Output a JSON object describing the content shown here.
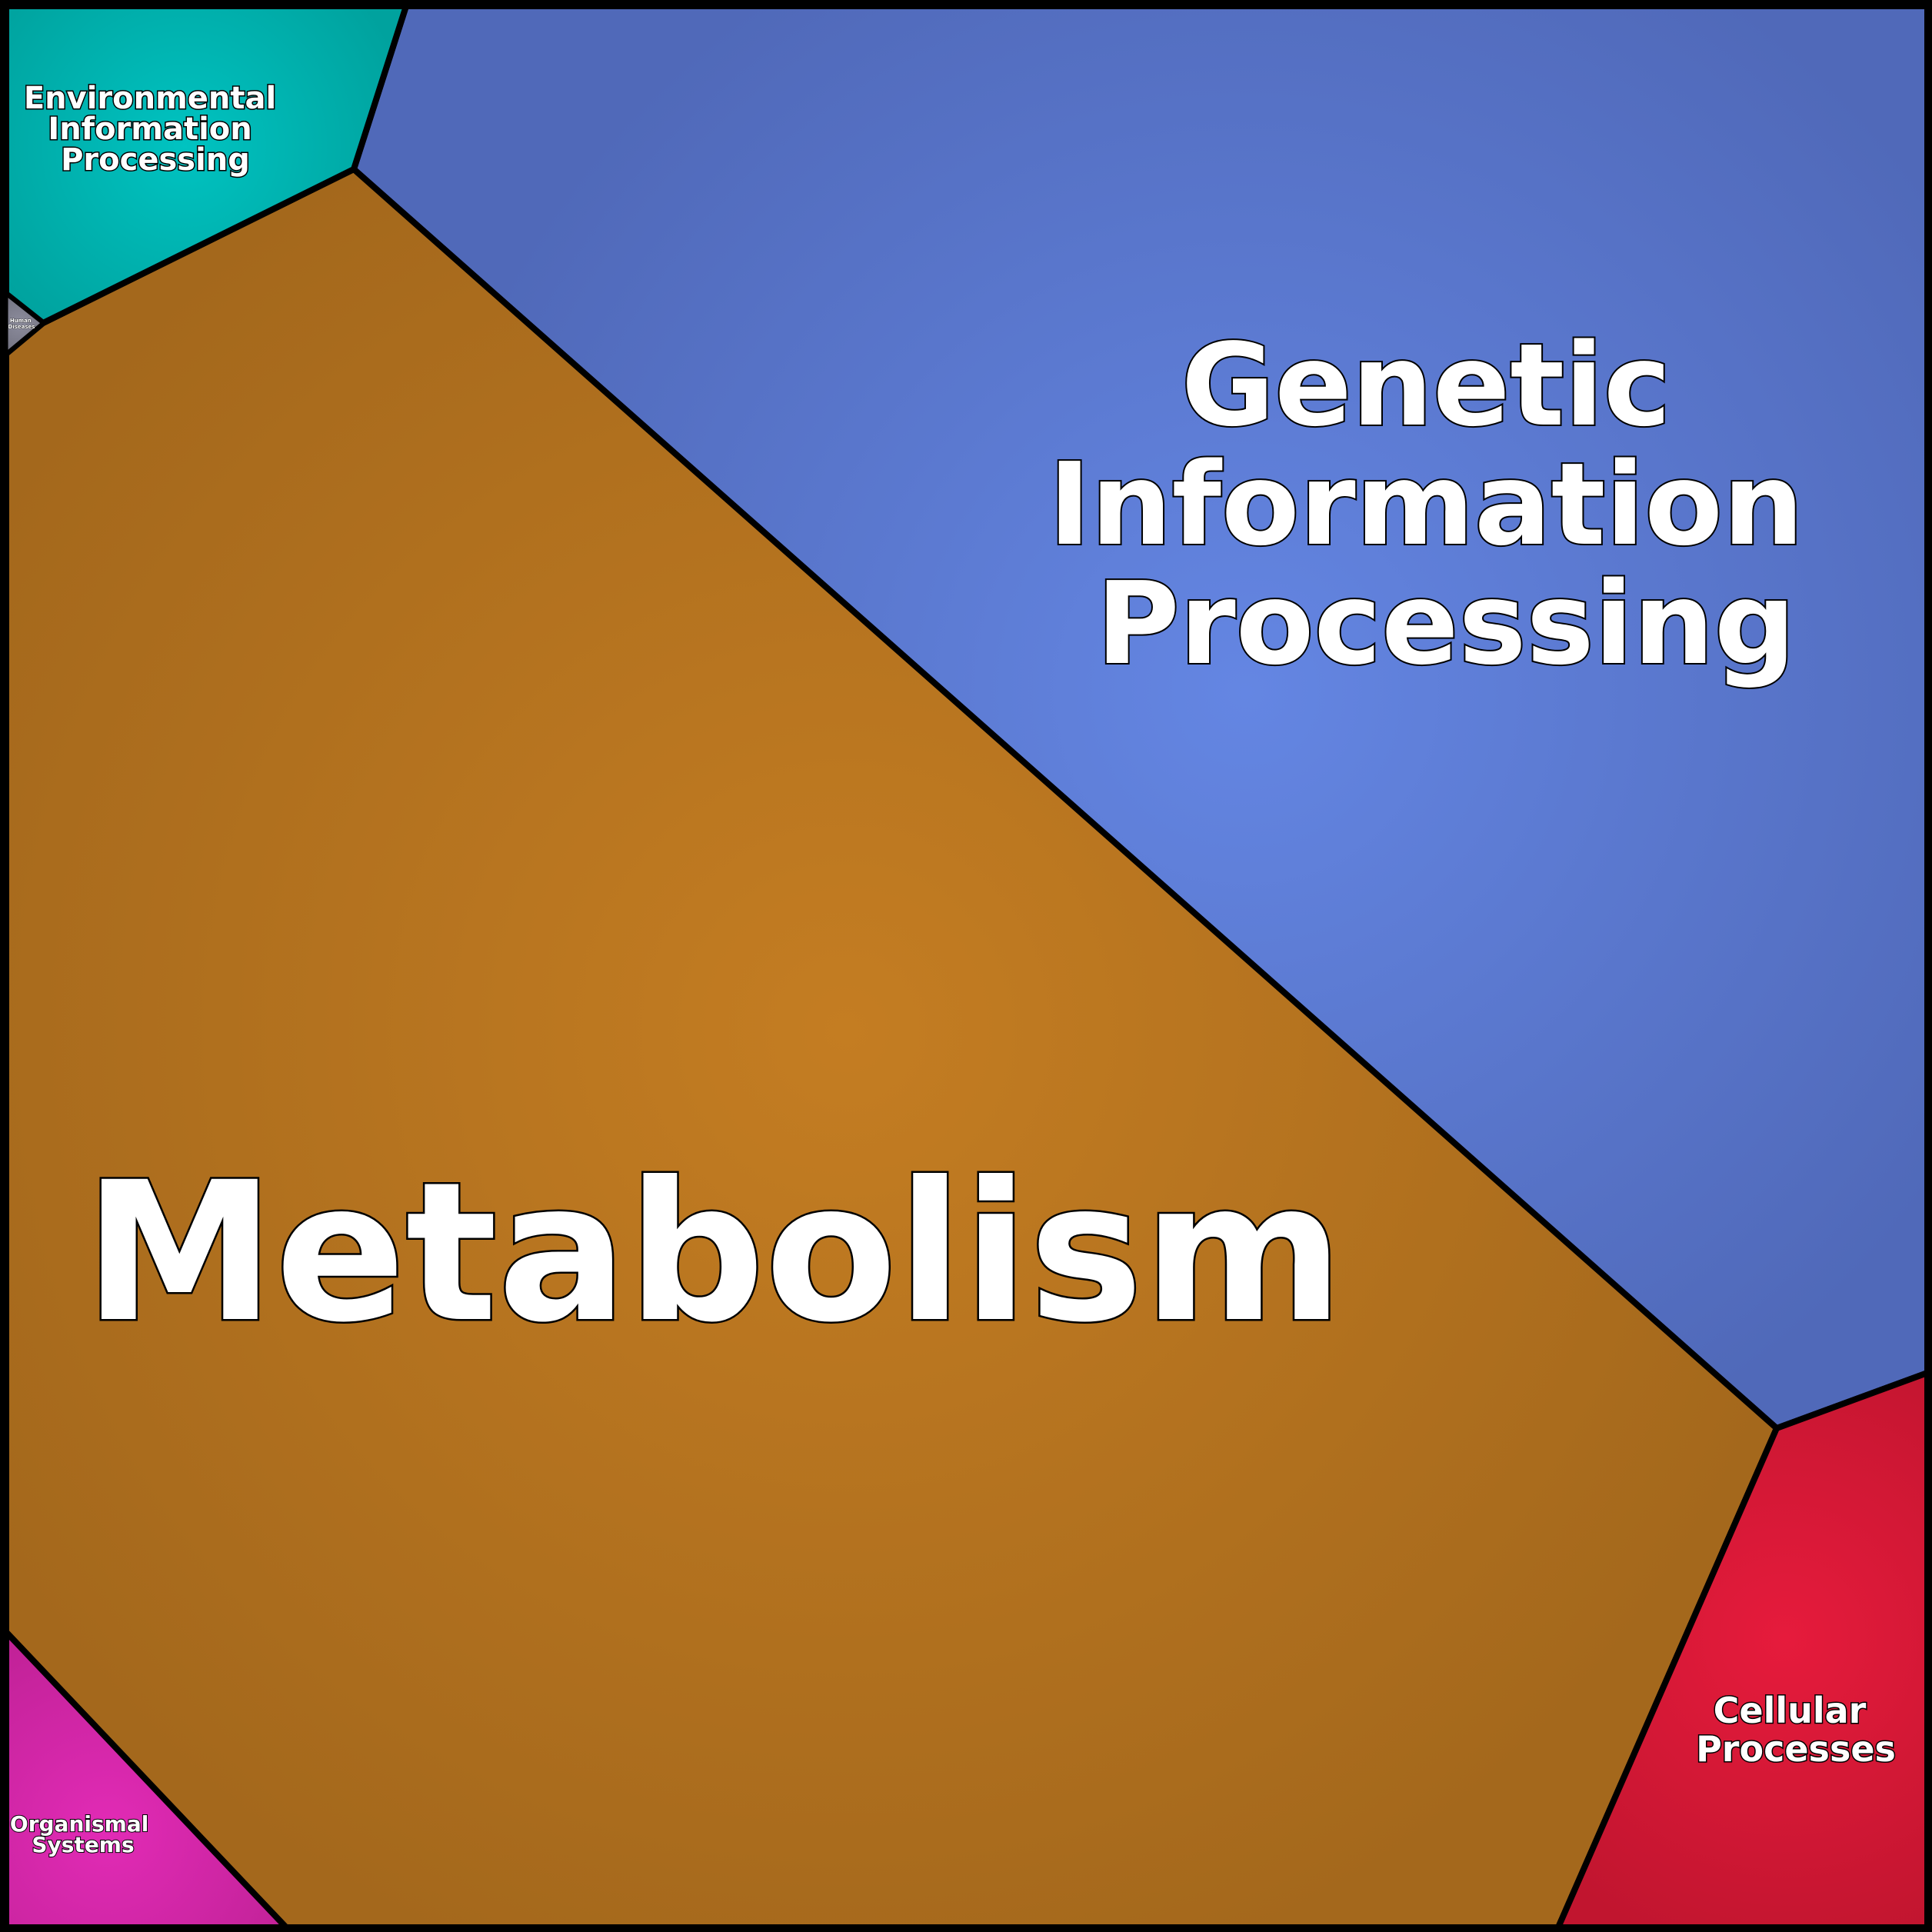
{
  "regions": {
    "metabolism": {
      "lines": [
        "Metabolism"
      ],
      "color": "#C47D22",
      "shade": "#A4681C"
    },
    "genetic_information_processing": {
      "lines": [
        "Genetic",
        "Information",
        "Processing"
      ],
      "color": "#6486E3",
      "shade": "#5069B9"
    },
    "environmental_information_processing": {
      "lines": [
        "Environmental",
        "Information",
        "Processing"
      ],
      "color": "#00C3C1",
      "shade": "#00A29E"
    },
    "cellular_processes": {
      "lines": [
        "Cellular",
        "Processes"
      ],
      "color": "#E61B3C",
      "shade": "#C1152F"
    },
    "organismal_systems": {
      "lines": [
        "Organismal",
        "Systems"
      ],
      "color": "#E22BB6",
      "shade": "#BB2092"
    },
    "human_diseases": {
      "lines": [
        "Human",
        "Diseases"
      ],
      "color": "#8C8C9C",
      "shade": "#6C6C7A"
    }
  },
  "border_color": "#000000",
  "text_color": "#FFFFFF"
}
